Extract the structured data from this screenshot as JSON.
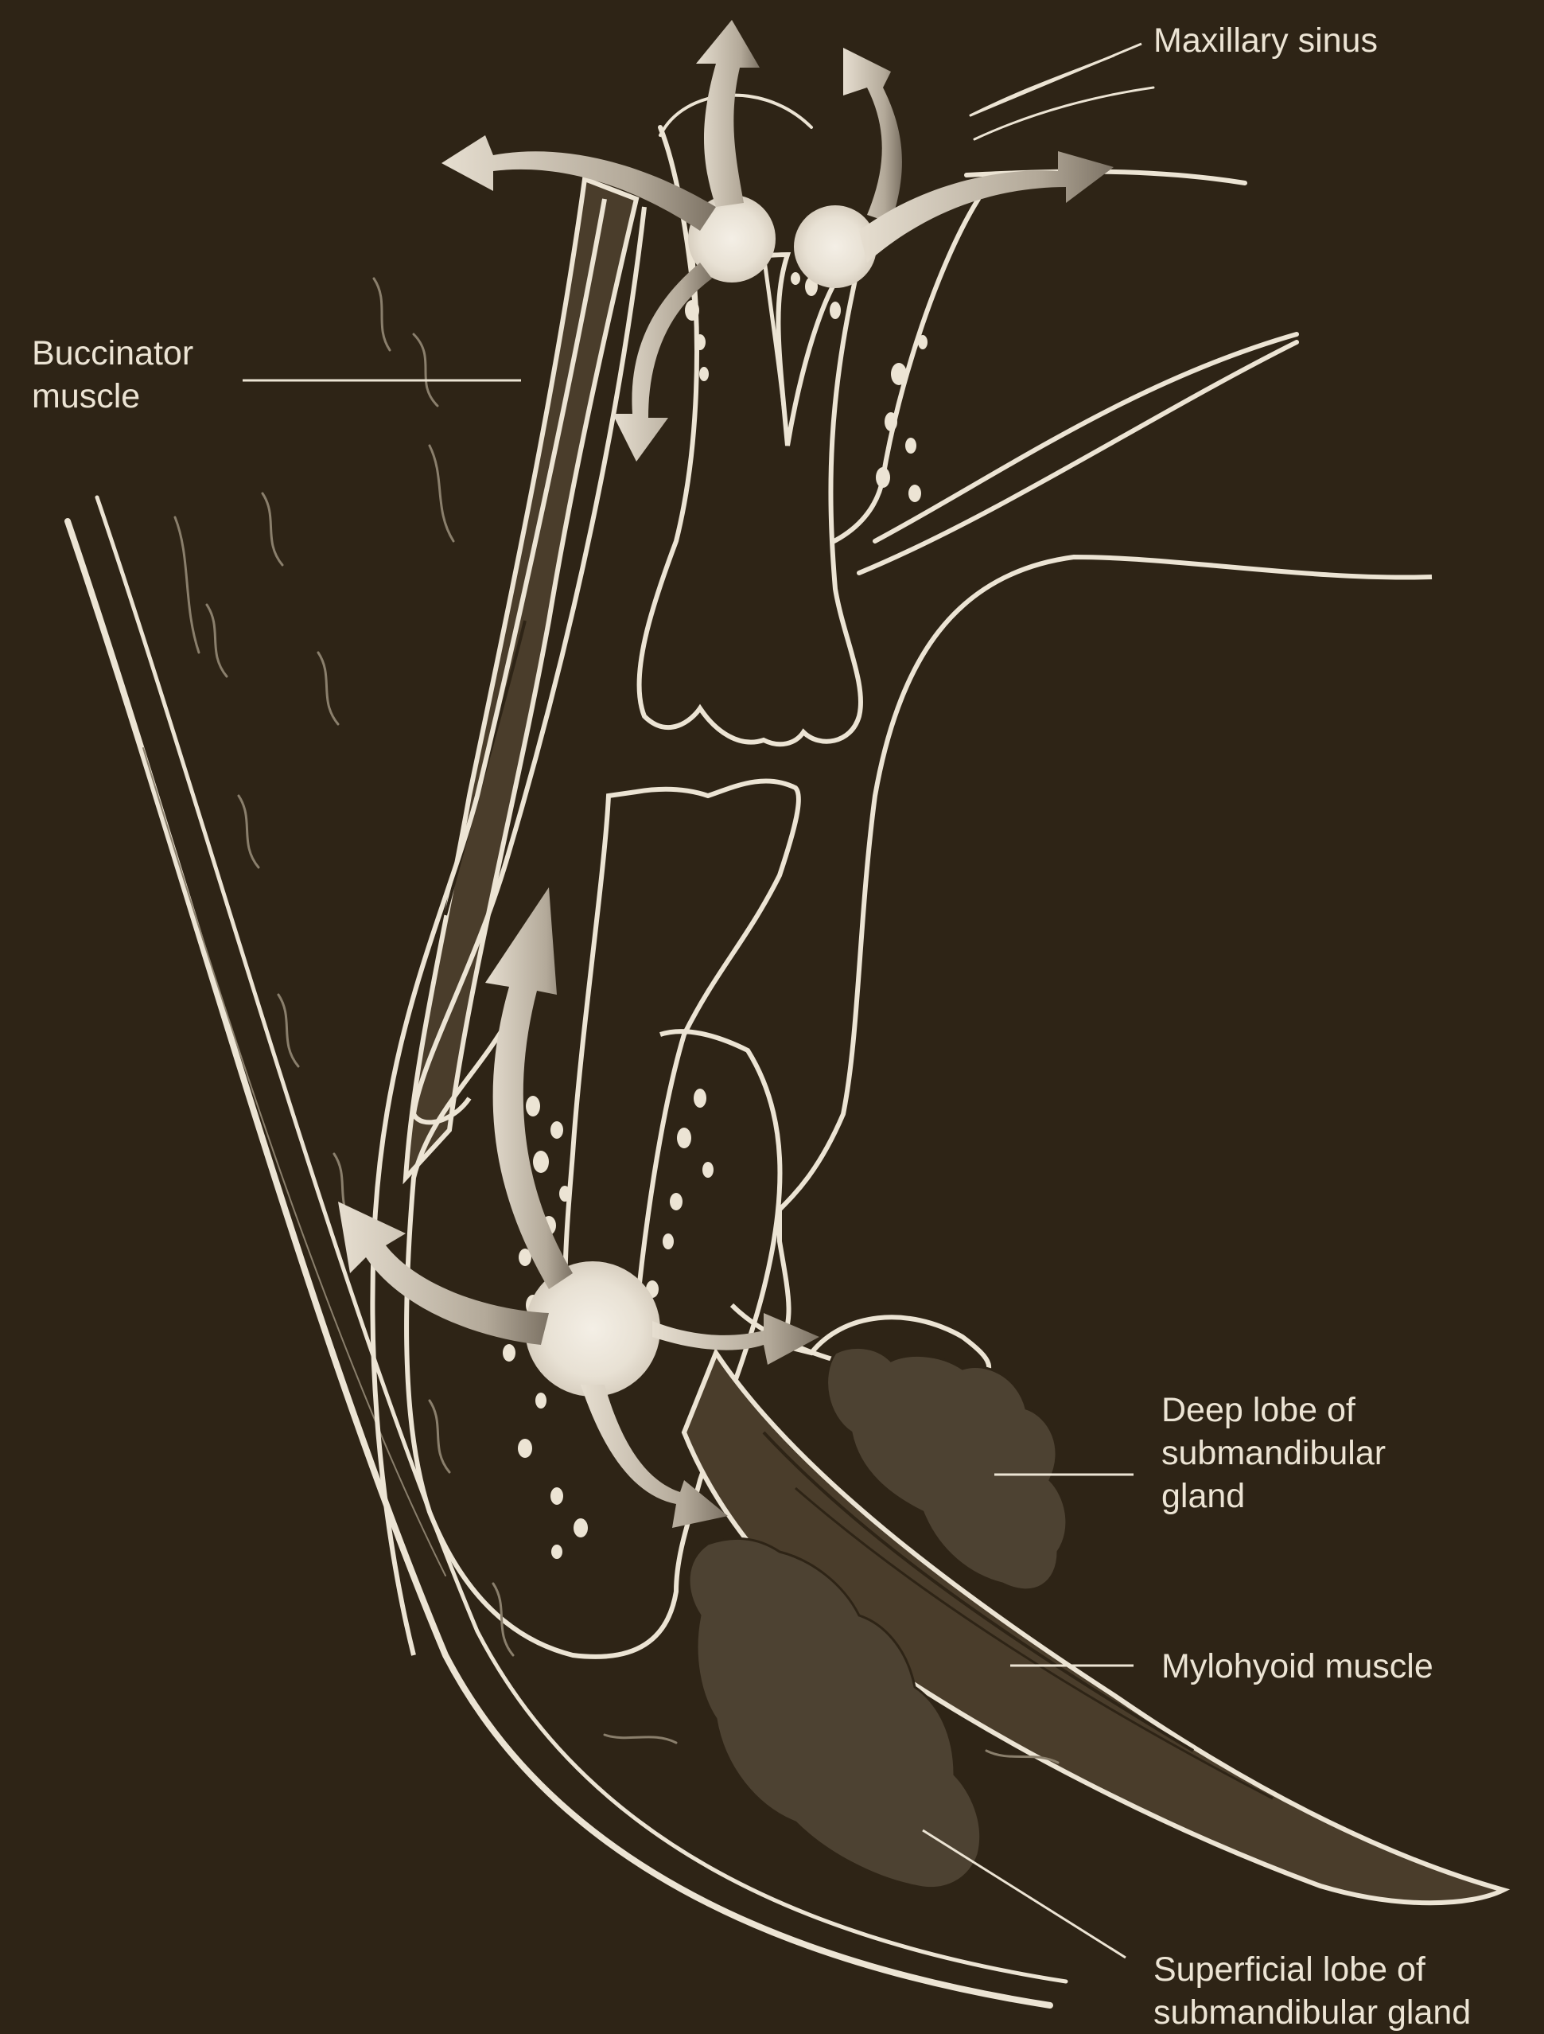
{
  "colors": {
    "background": "#2e2416",
    "outline": "#ece4d4",
    "muscle_fill": "#4a3d2b",
    "gland_fill": "#4d4232",
    "arrow_fill": "#e6ded0"
  },
  "labels": {
    "maxillary_sinus": "Maxillary sinus",
    "buccinator_muscle": "Buccinator\nmuscle",
    "deep_lobe": "Deep lobe of\nsubmandibular\ngland",
    "mylohyoid_muscle": "Mylohyoid muscle",
    "superficial_lobe": "Superficial lobe of\nsubmandibular gland"
  }
}
